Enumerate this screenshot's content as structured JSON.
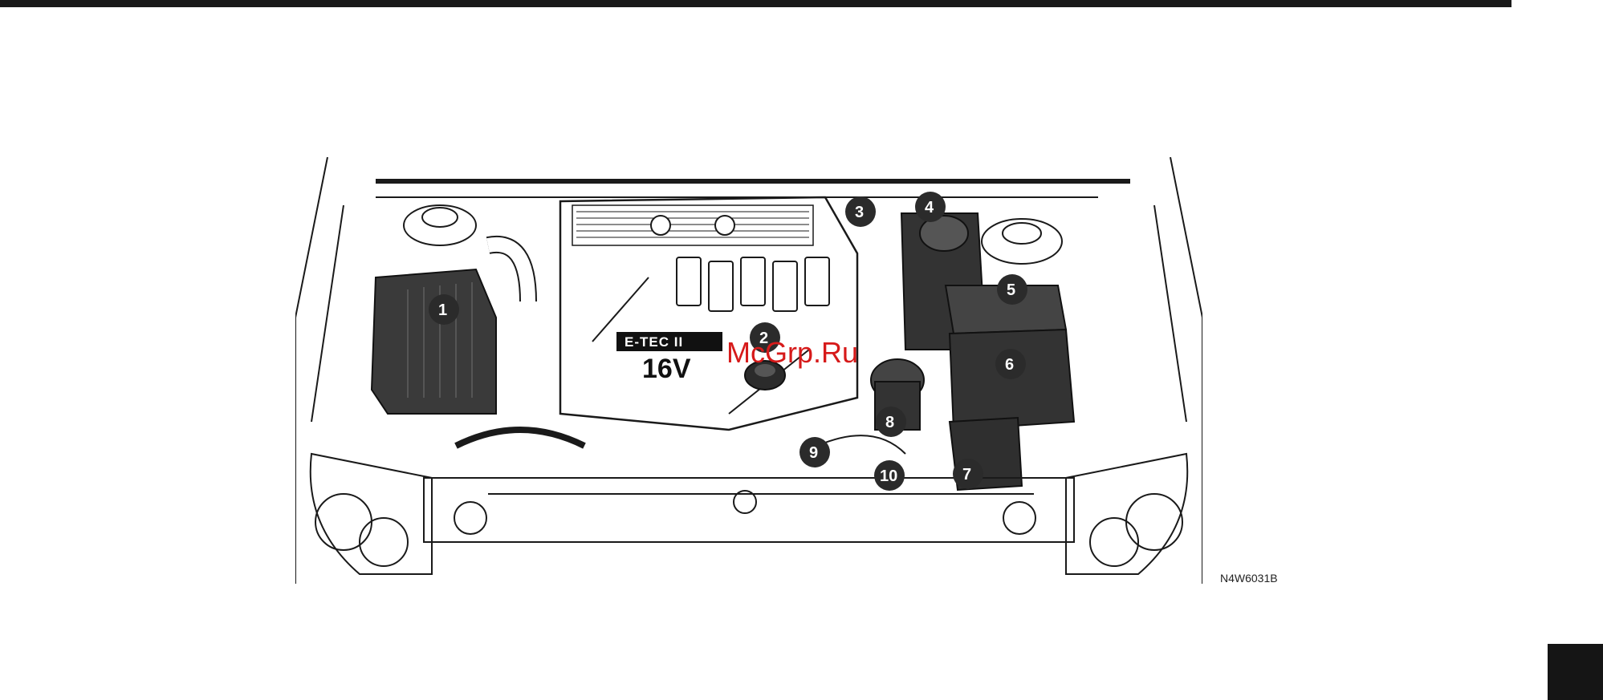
{
  "illustration": {
    "engine_badge_text": "E-TEC II",
    "engine_badge_sub": "16V",
    "watermark": "McGrp.Ru",
    "callouts": [
      "1",
      "2",
      "3",
      "4",
      "5",
      "6",
      "7",
      "8",
      "9",
      "10"
    ]
  },
  "figure_code": "N4W6031B",
  "colors": {
    "ink": "#1a1a1a",
    "callout_fill": "#2b2b2b",
    "watermark": "#d61a1a"
  }
}
